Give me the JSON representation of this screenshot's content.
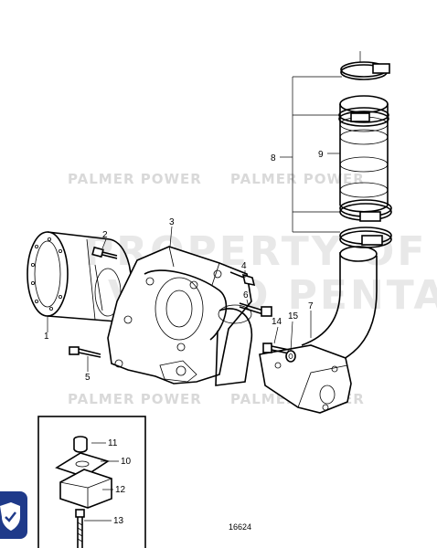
{
  "watermarks": {
    "brand": "PALMER POWER",
    "big_line1": "PROPERTY OF",
    "big_line2": "VOLVO PENTA"
  },
  "diagram": {
    "figure_number": "16624",
    "labels": {
      "p1": "1",
      "p2": "2",
      "p3": "3",
      "p4": "4",
      "p5": "5",
      "p6": "6",
      "p7": "7",
      "p8": "8",
      "p9": "9",
      "p10": "10",
      "p11": "11",
      "p12": "12",
      "p13": "13",
      "p14": "14",
      "p15": "15"
    }
  },
  "colors": {
    "badge": "#1f3a8a",
    "watermark": "#d9d9d9"
  }
}
